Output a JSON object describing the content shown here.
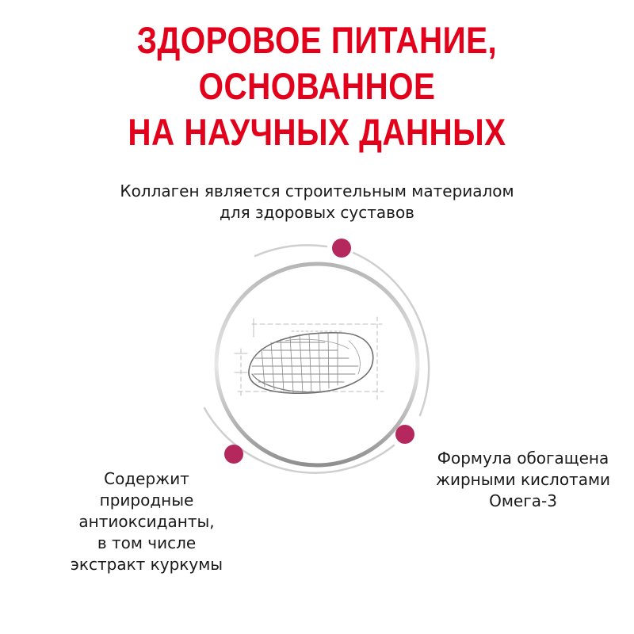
{
  "title": {
    "line1": "ЗДОРОВОЕ ПИТАНИЕ, ОСНОВАННОЕ",
    "line2": "НА НАУЧНЫХ ДАННЫХ"
  },
  "benefits": {
    "top": {
      "lines": [
        "Коллаген является строительным материалом",
        "для здоровых суставов"
      ]
    },
    "right": {
      "lines": [
        "Формула обогащена",
        "жирными кислотами",
        "Омега-3"
      ]
    },
    "left": {
      "lines": [
        "Содержит",
        "природные",
        "антиоксиданты,",
        "в том числе",
        "экстракт куркумы"
      ]
    }
  },
  "colors": {
    "title": "#e2001a",
    "dot": "#b5285e",
    "ring": "#cfcfcf",
    "text": "#1a1a1a"
  },
  "icons": {
    "center": "kibble-sketch-icon",
    "markers": "magenta-dot-icon"
  }
}
